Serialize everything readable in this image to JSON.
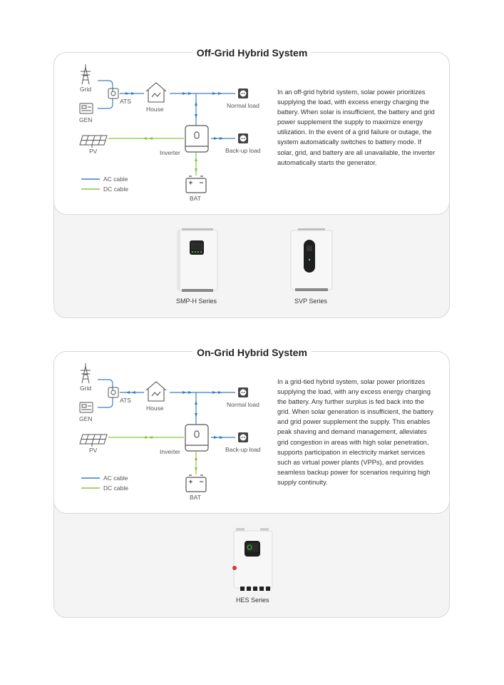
{
  "sections": [
    {
      "title": "Off-Grid Hybrid System",
      "description": "In an off-grid hybrid system, solar power prioritizes supplying the load, with excess energy charging the battery. When solar is insufficient, the battery and grid power supplement the supply to maximize energy utilization. In the event of a grid failure or outage, the system automatically switches to battery mode. If solar, grid, and battery are all unavailable, the inverter automatically starts the generator.",
      "labels": {
        "grid": "Grid",
        "gen": "GEN",
        "ats": "ATS",
        "house": "House",
        "normal_load": "Normal load",
        "pv": "PV",
        "inverter": "Inverter",
        "backup_load": "Back-up load",
        "bat": "BAT",
        "ac_cable": "AC cable",
        "dc_cable": "DC cable"
      },
      "products": [
        "SMP-H Series",
        "SVP Series"
      ]
    },
    {
      "title": "On-Grid Hybrid System",
      "description": "In a grid-tied hybrid system, solar power prioritizes supplying the load, with any excess energy charging the battery. Any further surplus is fed back into the grid. When solar generation is insufficient, the battery and grid power supplement the supply. This enables peak shaving and demand management, alleviates grid congestion in areas with high solar penetration, supports participation in electricity market services such as virtual power plants (VPPs), and provides seamless backup power for scenarios requiring high supply continuity.",
      "labels": {
        "grid": "Grid",
        "gen": "GEN",
        "ats": "ATS",
        "house": "House",
        "normal_load": "Normal load",
        "pv": "PV",
        "inverter": "Inverter",
        "backup_load": "Back-up load",
        "bat": "BAT",
        "ac_cable": "AC cable",
        "dc_cable": "DC cable"
      },
      "products": [
        "HES Series"
      ]
    }
  ],
  "colors": {
    "ac_cable": "#3a7fc4",
    "dc_cable": "#8cc63f",
    "icon": "#555555"
  }
}
